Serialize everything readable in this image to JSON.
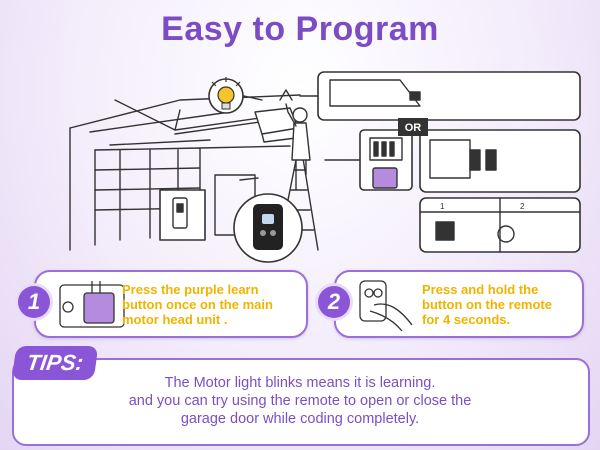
{
  "title": "Easy to Program",
  "colors": {
    "title": "#7b4cc3",
    "accent": "#9b6fd9",
    "step_badge": "#8a55d6",
    "step_text": "#f0b400",
    "learn_button": "#b58be0",
    "tips_text": "#7a4fc2"
  },
  "illustration": {
    "or_label": "OR",
    "panel_number_1": "1",
    "panel_number_2": "2",
    "icons": [
      "light-bulb-icon",
      "garage-door",
      "motor-head-unit",
      "wall-control",
      "remote-control",
      "learn-button-panel"
    ]
  },
  "steps": [
    {
      "number": "1",
      "lines": [
        "Press the purple learn",
        "button once on the main",
        "motor head unit ."
      ]
    },
    {
      "number": "2",
      "lines": [
        "Press and hold the",
        "button on the remote",
        "for 4 seconds."
      ]
    }
  ],
  "tips": {
    "label": "TIPS:",
    "lines": [
      "The Motor light blinks means it is learning.",
      "and you can try using  the remote to open or close the",
      "garage door while coding completely."
    ]
  }
}
